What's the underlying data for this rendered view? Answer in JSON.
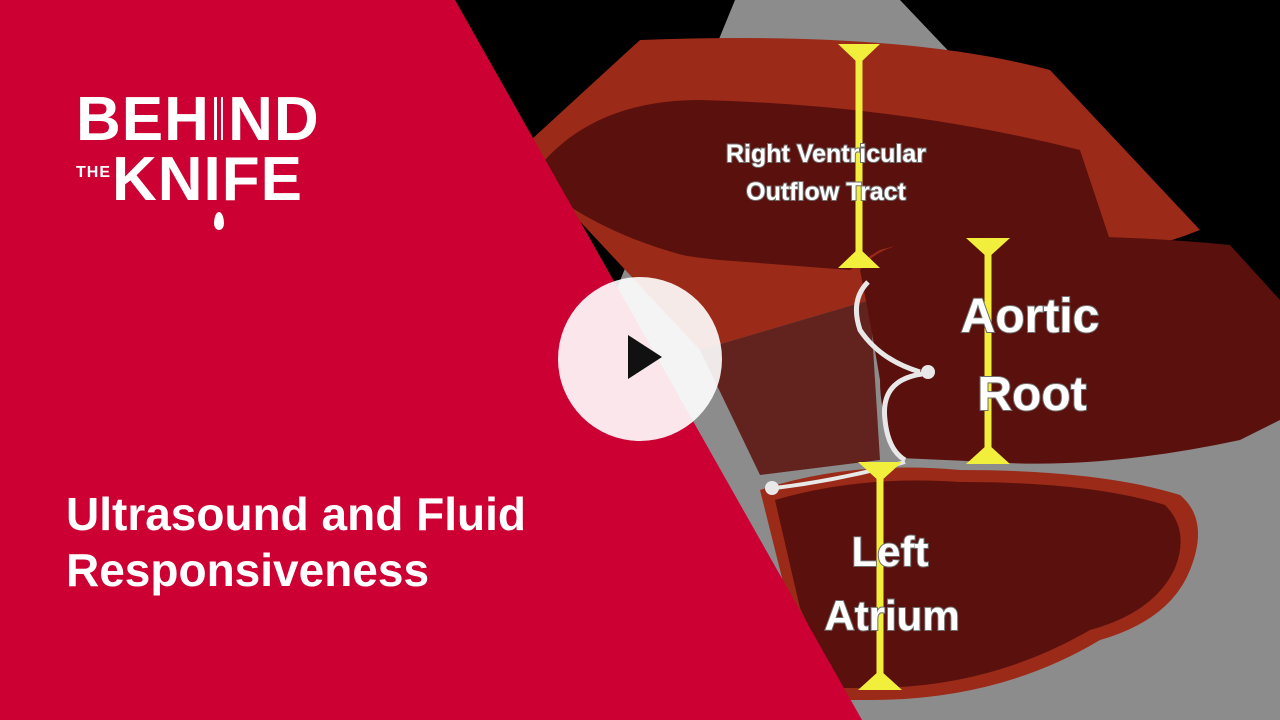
{
  "video": {
    "title_line1": "Ultrasound and Fluid",
    "title_line2": "Responsiveness"
  },
  "logo": {
    "word_top": "BEHIND",
    "word_small": "THE",
    "word_bottom": "KNIFE"
  },
  "diagram": {
    "labels": {
      "rvot_line1": "Right Ventricular",
      "rvot_line2": "Outflow Tract",
      "aortic_line1": "Aortic",
      "aortic_line2": "Root",
      "la_line1": "Left",
      "la_line2": "Atrium"
    }
  },
  "colors": {
    "brand_red": "#cc0033",
    "caliper_yellow": "#f2ee3c",
    "chamber_dark": "#5a100c",
    "tissue_red": "#9b2a18",
    "sector_gray": "#8c8c8c"
  },
  "controls": {
    "play_icon": "play-icon"
  }
}
